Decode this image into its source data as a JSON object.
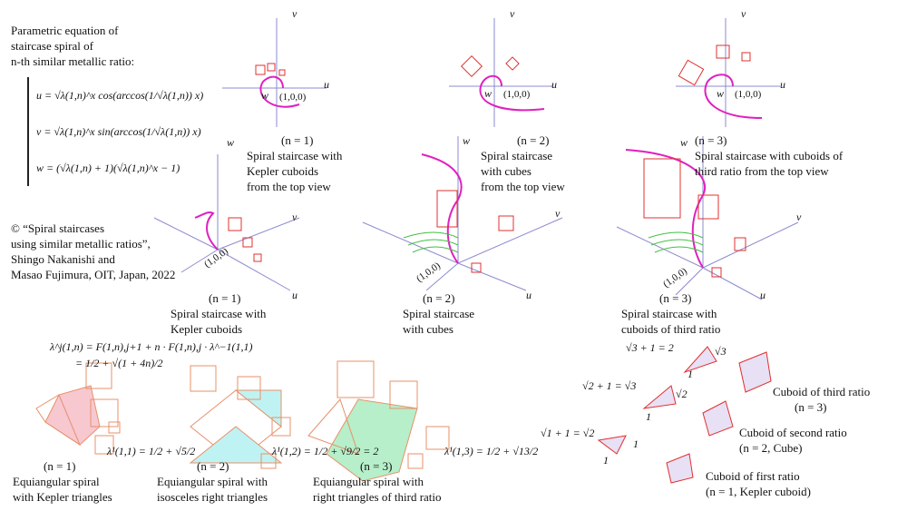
{
  "intro": {
    "lines": [
      "Parametric equation of",
      "staircase spiral of",
      "n-th similar  metallic  ratio:"
    ]
  },
  "equations": [
    "u = √λ(1,n)^x cos(arccos(1/√λ(1,n)) x)",
    "v = √λ(1,n)^x sin(arccos(1/√λ(1,n)) x)",
    "w = (√λ(1,n) + 1)(√λ(1,n)^x − 1)"
  ],
  "copyright": [
    "© “Spiral staircases",
    "using similar metallic ratios”,",
    "Shingo Nakanishi  and",
    "Masao Fujimura,  OIT, Japan, 2022"
  ],
  "axes": {
    "u": "u",
    "v": "v",
    "w": "w",
    "point": "(1,0,0)"
  },
  "top_views": [
    {
      "n": "(n = 1)",
      "lines": [
        "Spiral staircase with",
        "Kepler cuboids",
        "from the top view"
      ]
    },
    {
      "n": "(n = 2)",
      "lines": [
        "Spiral staircase",
        "with cubes",
        "from the top view"
      ]
    },
    {
      "n": "(n = 3)",
      "lines": [
        "Spiral staircase with  cuboids of",
        "third ratio  from the top view"
      ]
    }
  ],
  "views_3d": [
    {
      "n": "(n = 1)",
      "lines": [
        "Spiral staircase with",
        "Kepler cuboids"
      ]
    },
    {
      "n": "(n = 2)",
      "lines": [
        "Spiral staircase",
        "with cubes"
      ]
    },
    {
      "n": "(n = 3)",
      "lines": [
        "Spiral staircase with",
        "cuboids of third ratio"
      ]
    }
  ],
  "lambda_general": [
    "λ^j(1,n) = F(1,n),j+1 + n · F(1,n),j · λ^−1(1,1)",
    "= 1/2 + √(1 + 4n)/2"
  ],
  "spirals": [
    {
      "lambda": "λ¹(1,1) = 1/2 + √5/2",
      "n": "(n = 1)",
      "lines": [
        "Equiangular  spiral",
        "with  Kepler triangles"
      ]
    },
    {
      "lambda": "λ¹(1,2) = 1/2 + √9/2 = 2",
      "n": "(n = 2)",
      "lines": [
        "Equiangular  spiral with",
        "isosceles right  triangles"
      ]
    },
    {
      "lambda": "λ¹(1,3) = 1/2 + √13/2",
      "n": "(n = 3)",
      "lines": [
        "Equiangular  spiral with",
        "right triangles  of third ratio"
      ]
    }
  ],
  "cuboids": {
    "eq3": "√3 + 1 = 2",
    "eq2": "√2 + 1 = √3",
    "eq1": "√1 + 1 = √2",
    "s3": "√3",
    "s2": "√2",
    "one": "1",
    "third": [
      "Cuboid of third ratio",
      "(n = 3)"
    ],
    "second": [
      "Cuboid of second ratio",
      "(n = 2, Cube)"
    ],
    "first": [
      "Cuboid of first ratio",
      "(n = 1, Kepler cuboid)"
    ]
  },
  "colors": {
    "axis": "#8b8bd0",
    "spiral": "#e020c0",
    "cuboid": "#e03030",
    "pink": "#f7c8d0",
    "cyan": "#bff3f3",
    "green": "#b6efc9",
    "edge": "#e8906a"
  }
}
